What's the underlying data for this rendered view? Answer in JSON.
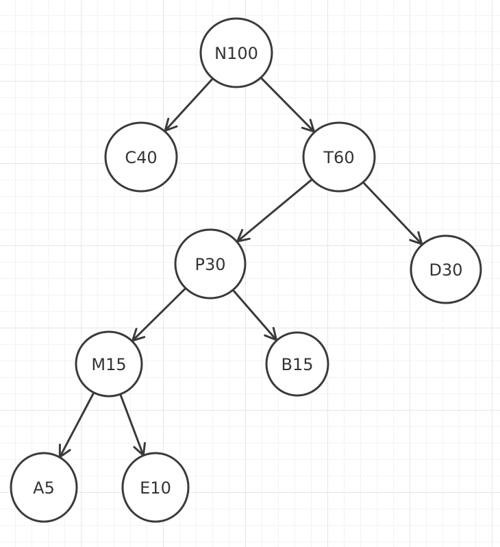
{
  "diagram": {
    "type": "tree",
    "colors": {
      "stroke": "#3a3a3a",
      "node_fill": "#ffffff",
      "text": "#333333",
      "grid_major": "#e6e6e6",
      "grid_minor": "#f3f3f3"
    },
    "nodes": [
      {
        "id": "N100",
        "label": "N100"
      },
      {
        "id": "C40",
        "label": "C40"
      },
      {
        "id": "T60",
        "label": "T60"
      },
      {
        "id": "P30",
        "label": "P30"
      },
      {
        "id": "D30",
        "label": "D30"
      },
      {
        "id": "M15",
        "label": "M15"
      },
      {
        "id": "B15",
        "label": "B15"
      },
      {
        "id": "A5",
        "label": "A5"
      },
      {
        "id": "E10",
        "label": "E10"
      }
    ],
    "edges": [
      {
        "from": "N100",
        "to": "C40"
      },
      {
        "from": "N100",
        "to": "T60"
      },
      {
        "from": "T60",
        "to": "P30"
      },
      {
        "from": "T60",
        "to": "D30"
      },
      {
        "from": "P30",
        "to": "M15"
      },
      {
        "from": "P30",
        "to": "B15"
      },
      {
        "from": "M15",
        "to": "A5"
      },
      {
        "from": "M15",
        "to": "E10"
      }
    ]
  }
}
